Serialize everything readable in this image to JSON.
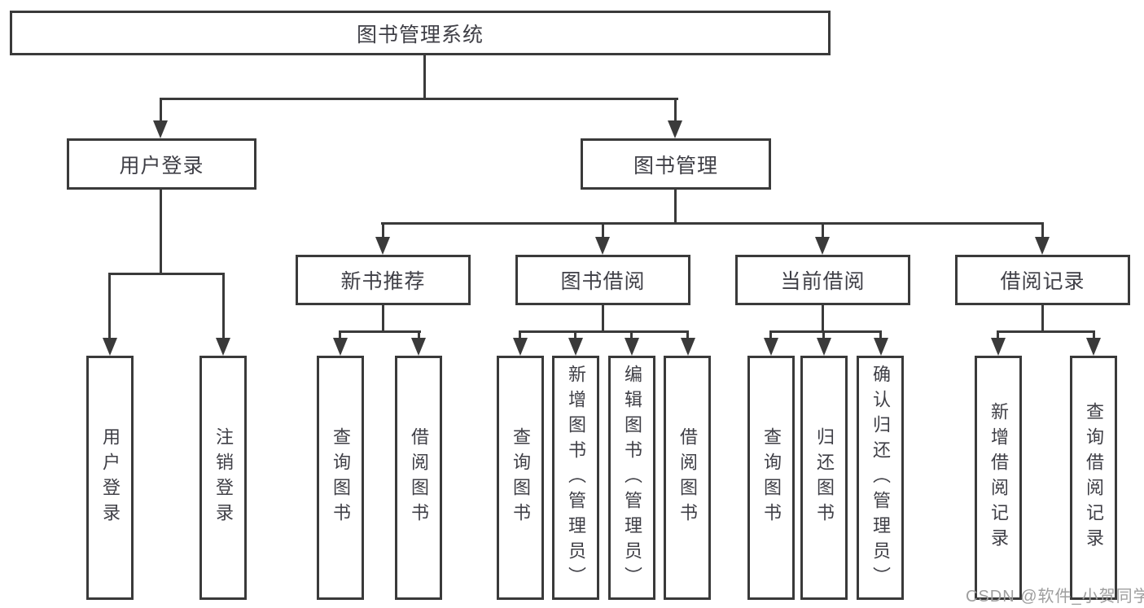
{
  "diagram": {
    "root": {
      "label": "图书管理系统"
    },
    "login": {
      "label": "用户登录",
      "children": [
        {
          "label": "用户登录"
        },
        {
          "label": "注销登录"
        }
      ]
    },
    "management": {
      "label": "图书管理",
      "children": [
        {
          "label": "新书推荐",
          "children": [
            {
              "label": "查询图书"
            },
            {
              "label": "借阅图书"
            }
          ]
        },
        {
          "label": "图书借阅",
          "children": [
            {
              "label": "查询图书"
            },
            {
              "label": "新增图书（管理员）"
            },
            {
              "label": "编辑图书（管理员）"
            },
            {
              "label": "借阅图书"
            }
          ]
        },
        {
          "label": "当前借阅",
          "children": [
            {
              "label": "查询图书"
            },
            {
              "label": "归还图书"
            },
            {
              "label": "确认归还（管理员）"
            }
          ]
        },
        {
          "label": "借阅记录",
          "children": [
            {
              "label": "新增借阅记录"
            },
            {
              "label": "查询借阅记录"
            }
          ]
        }
      ]
    }
  },
  "watermark": {
    "text": "CSDN @软件_小贺同学"
  },
  "colors": {
    "line": "#3a3a3a",
    "text": "#3f3f46",
    "background": "#ffffff",
    "watermark": "#9e9e9e"
  }
}
